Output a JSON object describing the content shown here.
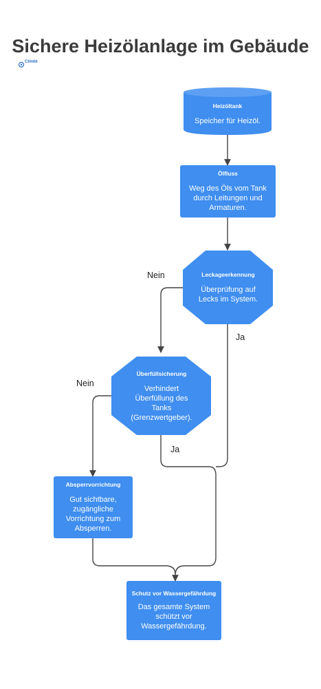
{
  "title": "Sichere Heizölanlage im Gebäude",
  "logo_text": "Climbt",
  "colors": {
    "node": "#3f8ef0",
    "edge": "#444444",
    "title": "#3b3b3b"
  },
  "nodes": {
    "heizoeltank": {
      "title": "Heizöltank",
      "desc": "Speicher für Heizöl."
    },
    "oelfluss": {
      "title": "Ölfluss",
      "desc": "Weg des Öls vom Tank durch Leitungen und Armaturen."
    },
    "leckage": {
      "title": "Leckageerkennung",
      "desc": "Überprüfung auf Lecks im System."
    },
    "ueberfuell": {
      "title": "Überfüllsicherung",
      "desc": "Verhindert Überfüllung des Tanks (Grenzwertgeber)."
    },
    "absperr": {
      "title": "Absperrvorrichtung",
      "desc": "Gut sichtbare, zugängliche Vorrichtung zum Absperren."
    },
    "schutz": {
      "title": "Schutz vor Wassergefährdung",
      "desc": "Das gesamte System schützt vor Wassergefährdung."
    }
  },
  "edge_labels": {
    "leckage_nein": "Nein",
    "leckage_ja": "Ja",
    "ueberfuell_nein": "Nein",
    "ueberfuell_ja": "Ja"
  }
}
